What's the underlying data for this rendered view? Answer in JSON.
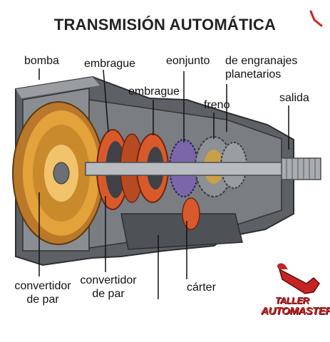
{
  "title": "TRANSMISIÓN AUTOMÁTICA",
  "labels": {
    "bomba": "bomba",
    "embrague_top": "embrague",
    "embrague_mid": "embrague",
    "conjunto": "eonjunto",
    "engranajes": [
      "de engranajes",
      "planetarios"
    ],
    "freno": "freno",
    "salida": "salida",
    "convertidor_left": [
      "convertidor",
      "de par"
    ],
    "convertidor_center": [
      "convertidor",
      "de par"
    ],
    "carter": "cárter"
  },
  "logo": {
    "line1": "TALLER",
    "line2": "AUTOMASTER",
    "icon": "wrench-icon"
  },
  "colors": {
    "housing": "#6f7378",
    "housing_dark": "#3e4146",
    "converter_gold": "#e3a23a",
    "clutch_orange": "#d85a2a",
    "gear_gray": "#8d9196",
    "accent_red": "#c62424"
  }
}
